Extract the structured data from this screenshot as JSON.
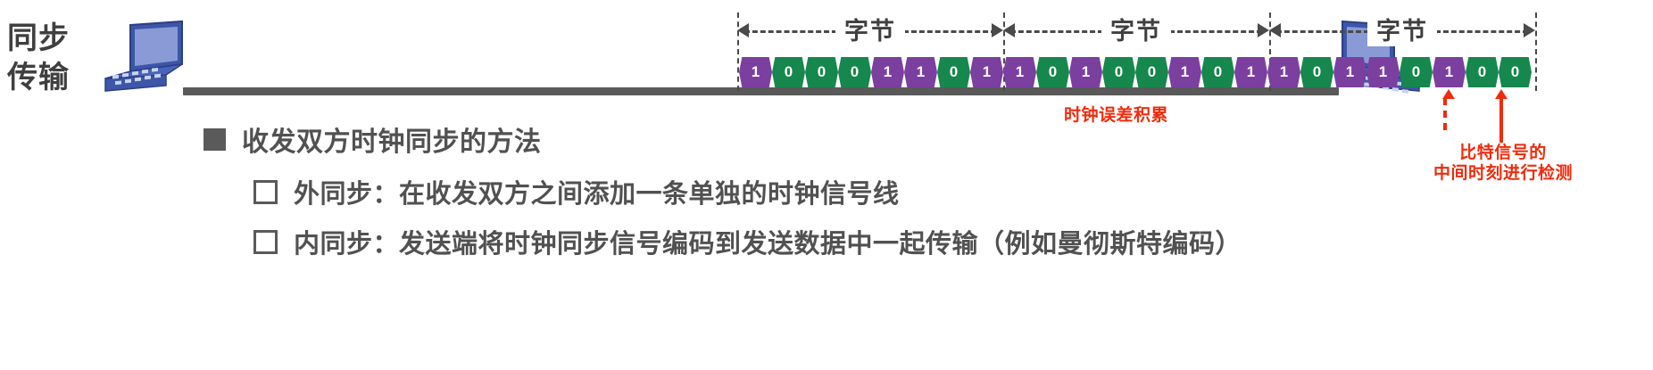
{
  "left_caption": {
    "line1": "同步",
    "line2": "传输"
  },
  "diagram": {
    "byte_labels": [
      "字节",
      "字节",
      "字节"
    ],
    "bytes": [
      {
        "bits": [
          "1",
          "0",
          "0",
          "0",
          "1",
          "1",
          "0",
          "1"
        ]
      },
      {
        "bits": [
          "1",
          "0",
          "1",
          "0",
          "0",
          "1",
          "0",
          "1"
        ]
      },
      {
        "bits": [
          "1",
          "0",
          "1",
          "1",
          "0",
          "1",
          "0",
          "0"
        ]
      }
    ],
    "colors": {
      "bit_one": "#7b3fa0",
      "bit_zero": "#16874d",
      "wire": "#595959",
      "annotation_red": "#ef2b0c",
      "laptop_body": "#3d56a8",
      "laptop_screen": "#8a9ad6",
      "text_gray": "#515151"
    },
    "annotations": {
      "clock_drift": "时钟误差积累",
      "sample_point_line1": "比特信号的",
      "sample_point_line2": "中间时刻进行检测"
    }
  },
  "content": {
    "heading": "收发双方时钟同步的方法",
    "items": [
      {
        "label": "外同步：在收发双方之间添加一条单独的时钟信号线"
      },
      {
        "label": "内同步：发送端将时钟同步信号编码到发送数据中一起传输（例如曼彻斯特编码）"
      }
    ]
  }
}
